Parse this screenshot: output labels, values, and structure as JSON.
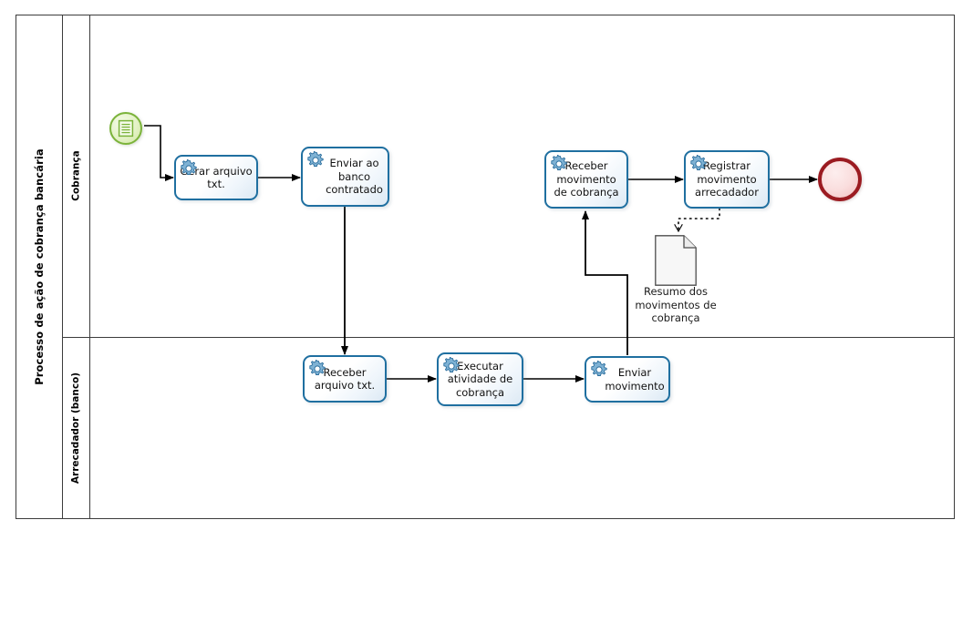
{
  "pool": {
    "title": "Processo de ação de cobrança bancária",
    "lanes": [
      {
        "label": "Cobrança"
      },
      {
        "label": "Arrecadador (banco)"
      }
    ]
  },
  "events": {
    "start": {
      "name": "start-event",
      "icon": "document-rule-icon",
      "stroke": "#7bb33a",
      "fill": "#e4f2c7"
    },
    "end": {
      "name": "end-event",
      "stroke": "#9b1b21",
      "fill": "#fadede"
    }
  },
  "tasks": [
    {
      "id": "gerar-arquivo-txt",
      "label": "Gerar arquivo txt.",
      "lane": "Cobrança",
      "icon": "gear-icon"
    },
    {
      "id": "enviar-ao-banco-contratado",
      "label": "Enviar ao banco contratado",
      "lane": "Cobrança",
      "icon": "gear-icon"
    },
    {
      "id": "receber-movimento-de-cobranca",
      "label": "Receber movimento de cobrança",
      "lane": "Cobrança",
      "icon": "gear-icon"
    },
    {
      "id": "registrar-movimento-arrecadador",
      "label": "Registrar movimento arrecadador",
      "lane": "Cobrança",
      "icon": "gear-icon"
    },
    {
      "id": "receber-arquivo-txt",
      "label": "Receber arquivo txt.",
      "lane": "Arrecadador (banco)",
      "icon": "gear-icon"
    },
    {
      "id": "executar-atividade-de-cobranca",
      "label": "Executar atividade de cobrança",
      "lane": "Arrecadador (banco)",
      "icon": "gear-icon"
    },
    {
      "id": "enviar-movimento",
      "label": "Enviar movimento",
      "lane": "Arrecadador (banco)",
      "icon": "gear-icon"
    }
  ],
  "artifacts": [
    {
      "id": "resumo-dos-movimentos-de-cobranca",
      "label": "Resumo dos movimentos de cobrança",
      "type": "data-object"
    }
  ],
  "colors": {
    "task_border": "#1f6fa0",
    "task_fill": "#ffffff",
    "pool_border": "#3c3c3c",
    "flow_line": "#000000",
    "association_line": "#000000"
  }
}
